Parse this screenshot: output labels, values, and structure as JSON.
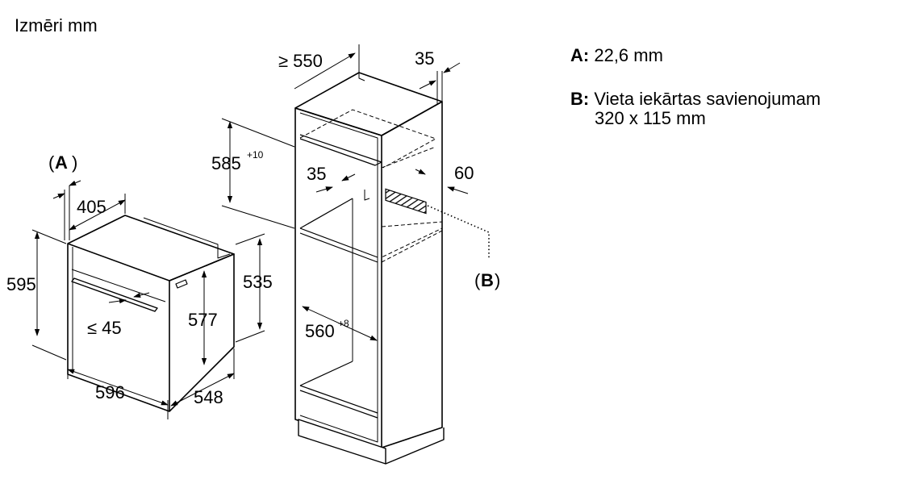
{
  "title": "Izmēri mm",
  "legend": {
    "a_key": "A:",
    "a_text": "22,6 mm",
    "b_key": "B:",
    "b_text_1": "Vieta iekārtas savienojumam",
    "b_text_2": "320 x 115 mm"
  },
  "labels": {
    "a_callout_open": "(",
    "a_callout_letter": "A",
    "a_callout_close": ")",
    "b_callout_open": "(",
    "b_callout_letter": "B",
    "b_callout_close": ")"
  },
  "oven_dims": {
    "depth_405": "405",
    "height_595": "595",
    "handle_45": "≤ 45",
    "inner_577": "577",
    "height_535": "535",
    "width_596": "596",
    "depth_548": "548"
  },
  "cabinet_dims": {
    "depth_550": "≥ 550",
    "top_35": "35",
    "niche_585": "585",
    "niche_585_tol": "+10",
    "gap_35": "35",
    "side_60": "60",
    "width_560": "560",
    "width_560_tol": "+8"
  }
}
